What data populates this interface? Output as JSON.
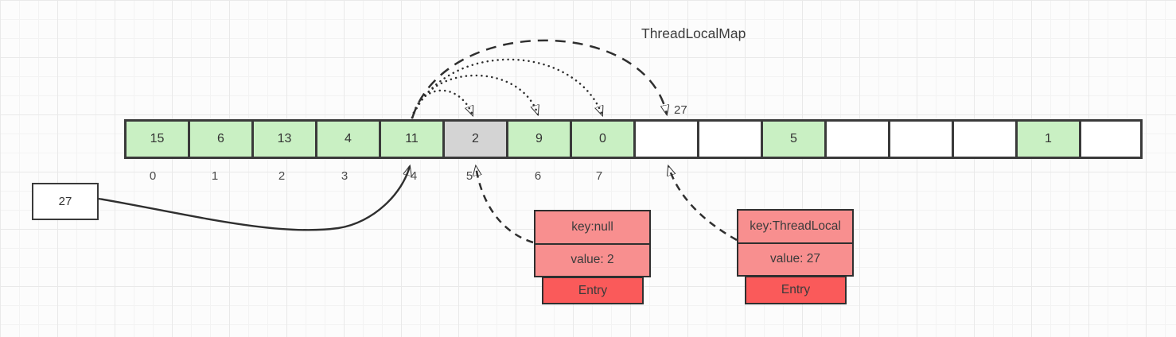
{
  "title": "ThreadLocalMap",
  "array": {
    "cells": [
      {
        "value": "15",
        "state": "green"
      },
      {
        "value": "6",
        "state": "green"
      },
      {
        "value": "13",
        "state": "green"
      },
      {
        "value": "4",
        "state": "green"
      },
      {
        "value": "11",
        "state": "green"
      },
      {
        "value": "2",
        "state": "gray"
      },
      {
        "value": "9",
        "state": "green"
      },
      {
        "value": "0",
        "state": "green"
      },
      {
        "value": "",
        "state": "empty"
      },
      {
        "value": "",
        "state": "empty"
      },
      {
        "value": "5",
        "state": "green"
      },
      {
        "value": "",
        "state": "empty"
      },
      {
        "value": "",
        "state": "empty"
      },
      {
        "value": "",
        "state": "empty"
      },
      {
        "value": "1",
        "state": "green"
      },
      {
        "value": "",
        "state": "empty"
      }
    ],
    "index_labels": [
      "0",
      "1",
      "2",
      "3",
      "4",
      "5",
      "6",
      "7"
    ]
  },
  "probe": {
    "source_box_value": "27",
    "arc_label": "27"
  },
  "entries": [
    {
      "key": "key:null",
      "value": "value: 2",
      "label": "Entry"
    },
    {
      "key": "key:ThreadLocal",
      "value": "value: 27",
      "label": "Entry"
    }
  ],
  "colors": {
    "green": "#c9f0c3",
    "gray": "#d4d4d4",
    "white": "#ffffff",
    "stroke": "#2f2f2f",
    "cellborder": "#3a3a3a",
    "entry-light": "#f88f8f",
    "entry-dark": "#fa5a5a"
  }
}
